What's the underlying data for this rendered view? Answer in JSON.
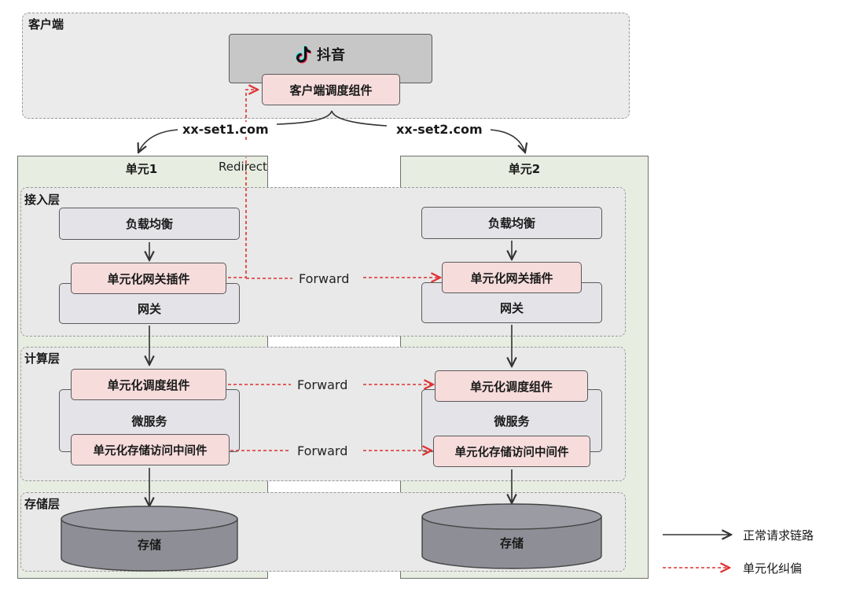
{
  "client": {
    "label": "客户端",
    "app_name": "抖音",
    "sched_component": "客户端调度组件"
  },
  "routes": {
    "set1": "xx-set1.com",
    "set2": "xx-set2.com",
    "redirect": "Redirect"
  },
  "units": [
    {
      "title": "单元1",
      "access_layer": {
        "label": "接入层",
        "lb": "负载均衡",
        "plugin": "单元化网关插件",
        "gateway": "网关"
      },
      "compute_layer": {
        "label": "计算层",
        "sched": "单元化调度组件",
        "service": "微服务",
        "middleware": "单元化存储访问中间件"
      },
      "storage_layer": {
        "label": "存储层",
        "storage": "存储"
      }
    },
    {
      "title": "单元2",
      "access_layer": {
        "lb": "负载均衡",
        "plugin": "单元化网关插件",
        "gateway": "网关"
      },
      "compute_layer": {
        "sched": "单元化调度组件",
        "service": "微服务",
        "middleware": "单元化存储访问中间件"
      },
      "storage_layer": {
        "storage": "存储"
      }
    }
  ],
  "forward_labels": [
    "Forward",
    "Forward",
    "Forward"
  ],
  "legend": {
    "normal": "正常请求链路",
    "correction": "单元化纠偏"
  },
  "colors": {
    "normal_line": "#333333",
    "correction_line": "#e03030",
    "pink_box": "#f7dcdc",
    "gray_box": "#e3e3e8"
  },
  "icons": {
    "app_logo": "tiktok-logo-icon"
  }
}
